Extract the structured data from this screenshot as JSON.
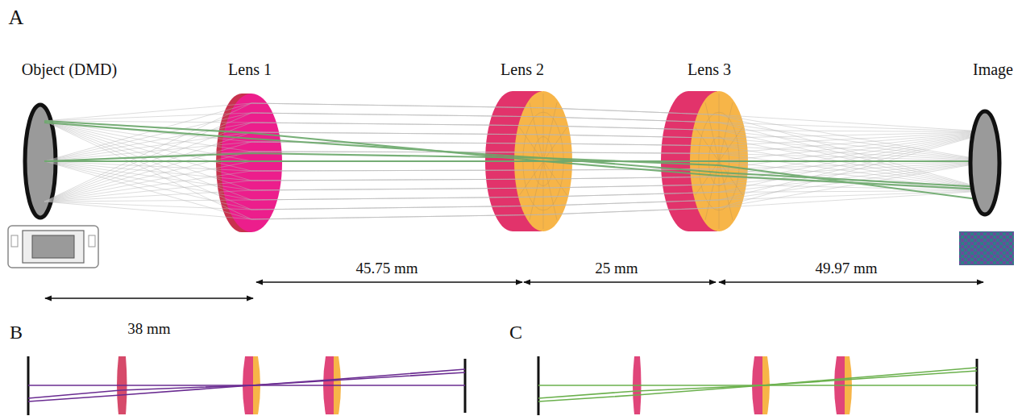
{
  "diagram": {
    "labels": [
      "A",
      "Object (DMD)",
      "Lens 1",
      "Lens 2",
      "Lens 3",
      "Image",
      "38 mm",
      "45.75 mm",
      "25 mm",
      "49.97 mm",
      "B",
      "C"
    ]
  }
}
